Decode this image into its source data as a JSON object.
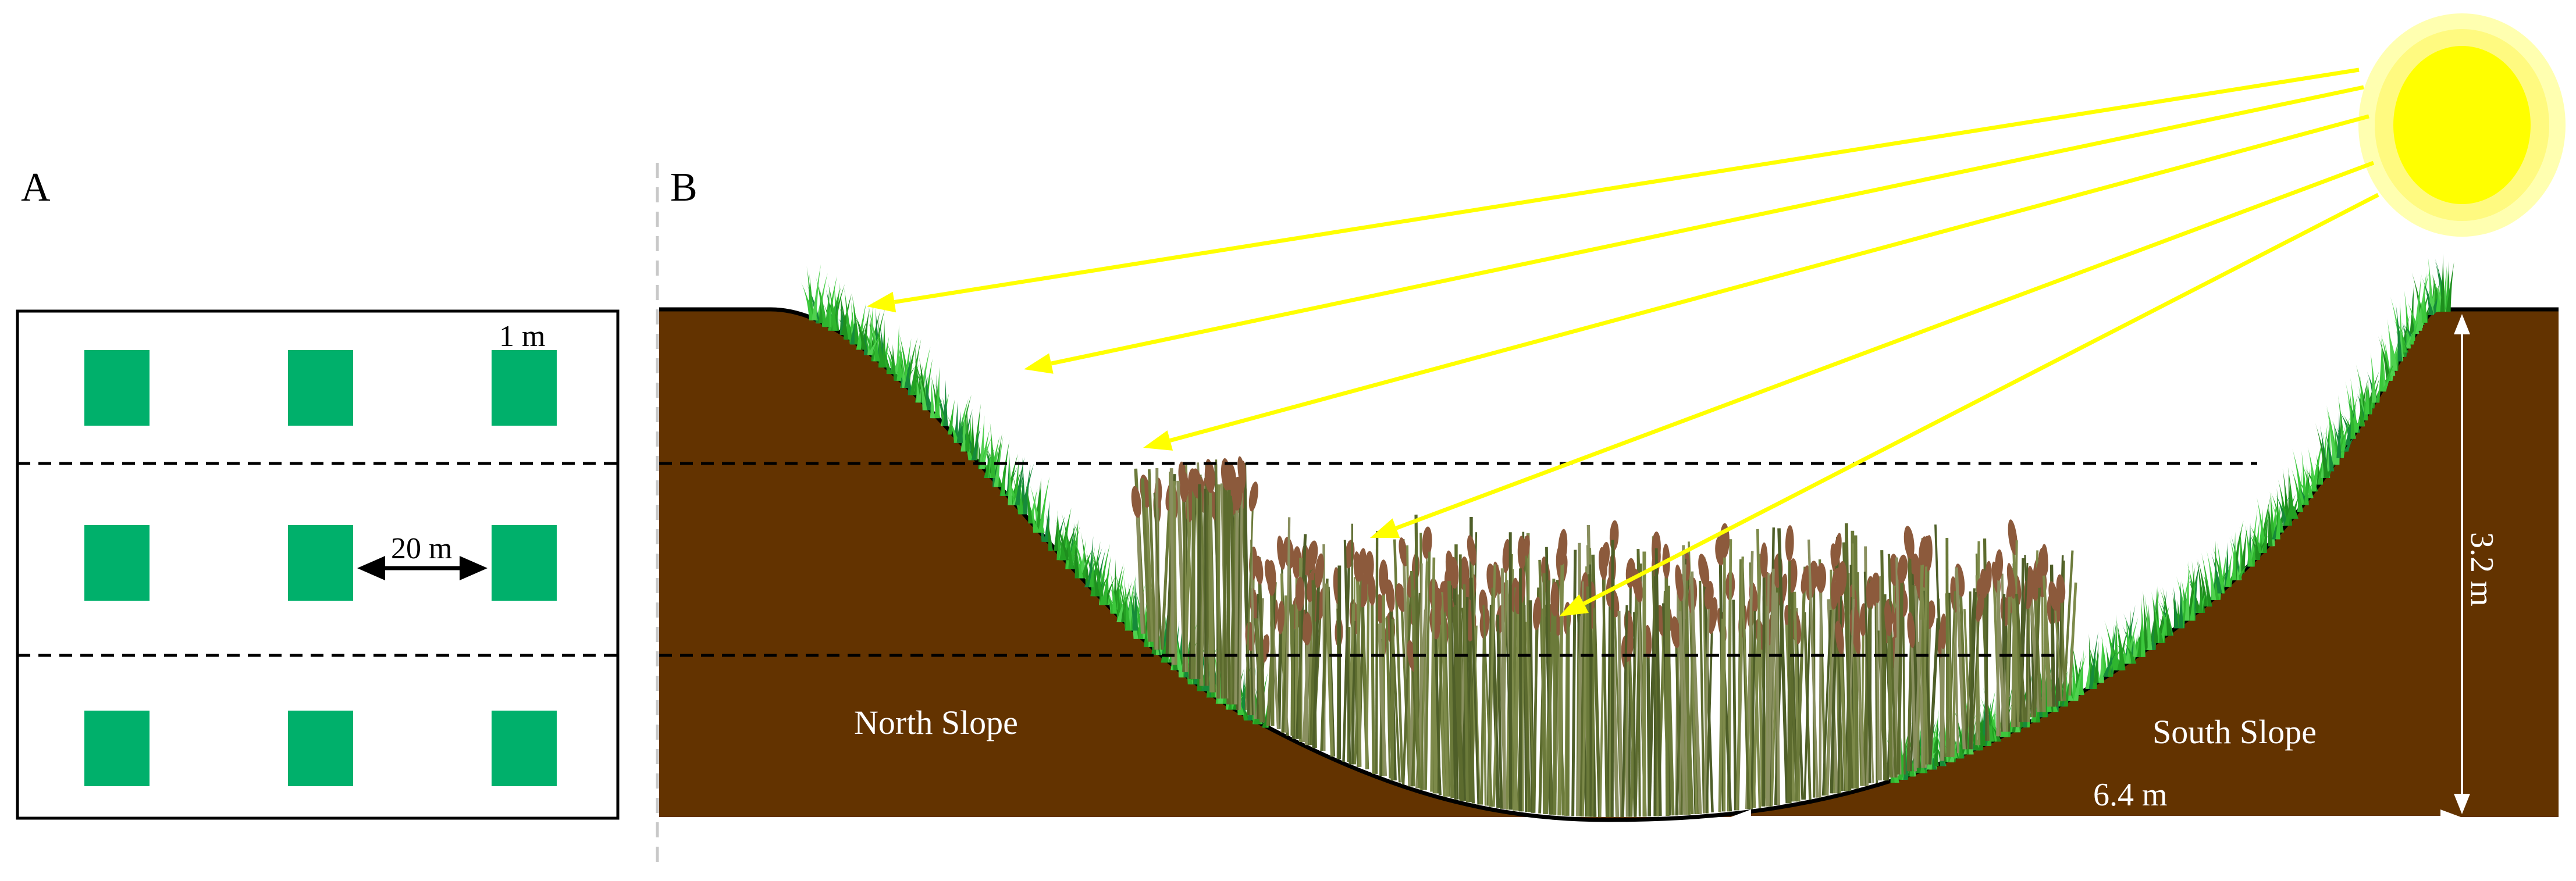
{
  "panel_a": {
    "label": "A",
    "plot_size_label": "1 m",
    "spacing_label": "20 m",
    "grid": {
      "rows": 3,
      "cols": 3
    },
    "colors": {
      "plot": "#00b06b",
      "border": "#000000"
    }
  },
  "panel_b": {
    "label": "B",
    "north_label": "North Slope",
    "south_label": "South Slope",
    "height_label": "3.2 m",
    "width_label": "6.4 m",
    "colors": {
      "soil": "#633300",
      "grass": "#2fb52f",
      "reed": "#6b7a3a",
      "cattail_head": "#8c5a3c",
      "sun": "#ffff00",
      "sun_glow": "#ffffb0",
      "ray": "#ffff00"
    }
  }
}
